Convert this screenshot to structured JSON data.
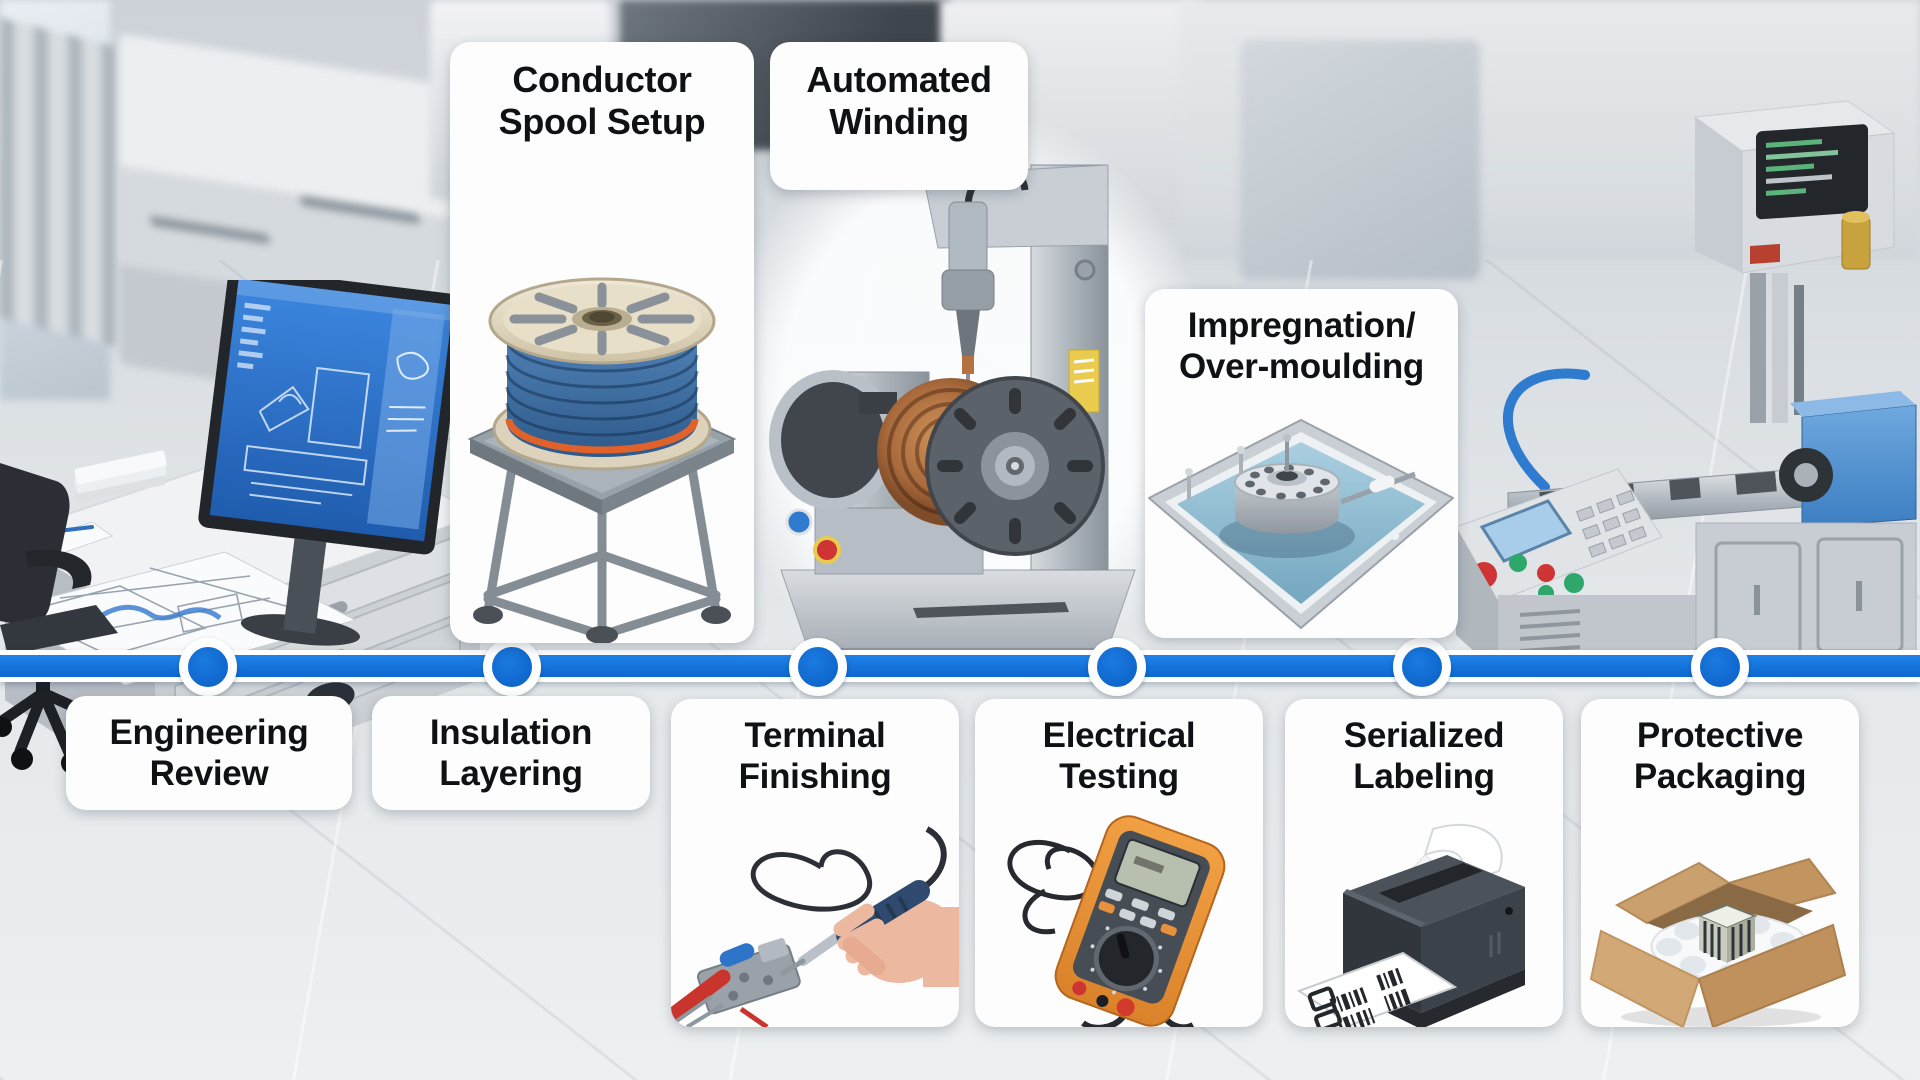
{
  "diagram": {
    "type": "process-timeline-infographic",
    "subject": "coil / cable product manufacturing line",
    "stage_count": 9,
    "timeline": {
      "orientation": "horizontal",
      "node_count": 6
    }
  },
  "colors": {
    "timeline_blue": "#1373dc",
    "node_blue": "#0d6bd4",
    "node_ring": "#ffffff",
    "card_background": "#fdfdfd",
    "title_text": "#101114",
    "copper_coil": "#b5713f",
    "cable_blue": "#3f72aa",
    "multimeter_orange": "#e8913c",
    "cardboard_brown": "#c79a68"
  },
  "stages_top": [
    {
      "line1": "Conductor",
      "line2": "Spool Setup",
      "illustration": "cable-spool-on-tripod-stand"
    },
    {
      "line1": "Automated",
      "line2": "Winding",
      "illustration": "coil-winding-machine"
    },
    {
      "line1": "Impregnation/",
      "line2": "Over-moulding",
      "illustration": "impregnation-tank"
    }
  ],
  "stages_bottom": [
    {
      "line1": "Engineering",
      "line2": "Review",
      "illustration": "cad-workstation-scene"
    },
    {
      "line1": "Insulation",
      "line2": "Layering",
      "illustration": "none"
    },
    {
      "line1": "Terminal",
      "line2": "Finishing",
      "illustration": "hand-soldering-terminals"
    },
    {
      "line1": "Electrical",
      "line2": "Testing",
      "illustration": "digital-multimeter"
    },
    {
      "line1": "Serialized",
      "line2": "Labeling",
      "illustration": "barcode-label-printer"
    },
    {
      "line1": "Protective",
      "line2": "Packaging",
      "illustration": "foam-packed-shipping-box"
    }
  ],
  "background": {
    "scenes": [
      "office-cad-workstation-with-blueprints",
      "factory-cabinets-and-equipment",
      "coil-winding-machine",
      "assembly-line-machine-with-control-console",
      "office-chair-silhouette"
    ]
  }
}
